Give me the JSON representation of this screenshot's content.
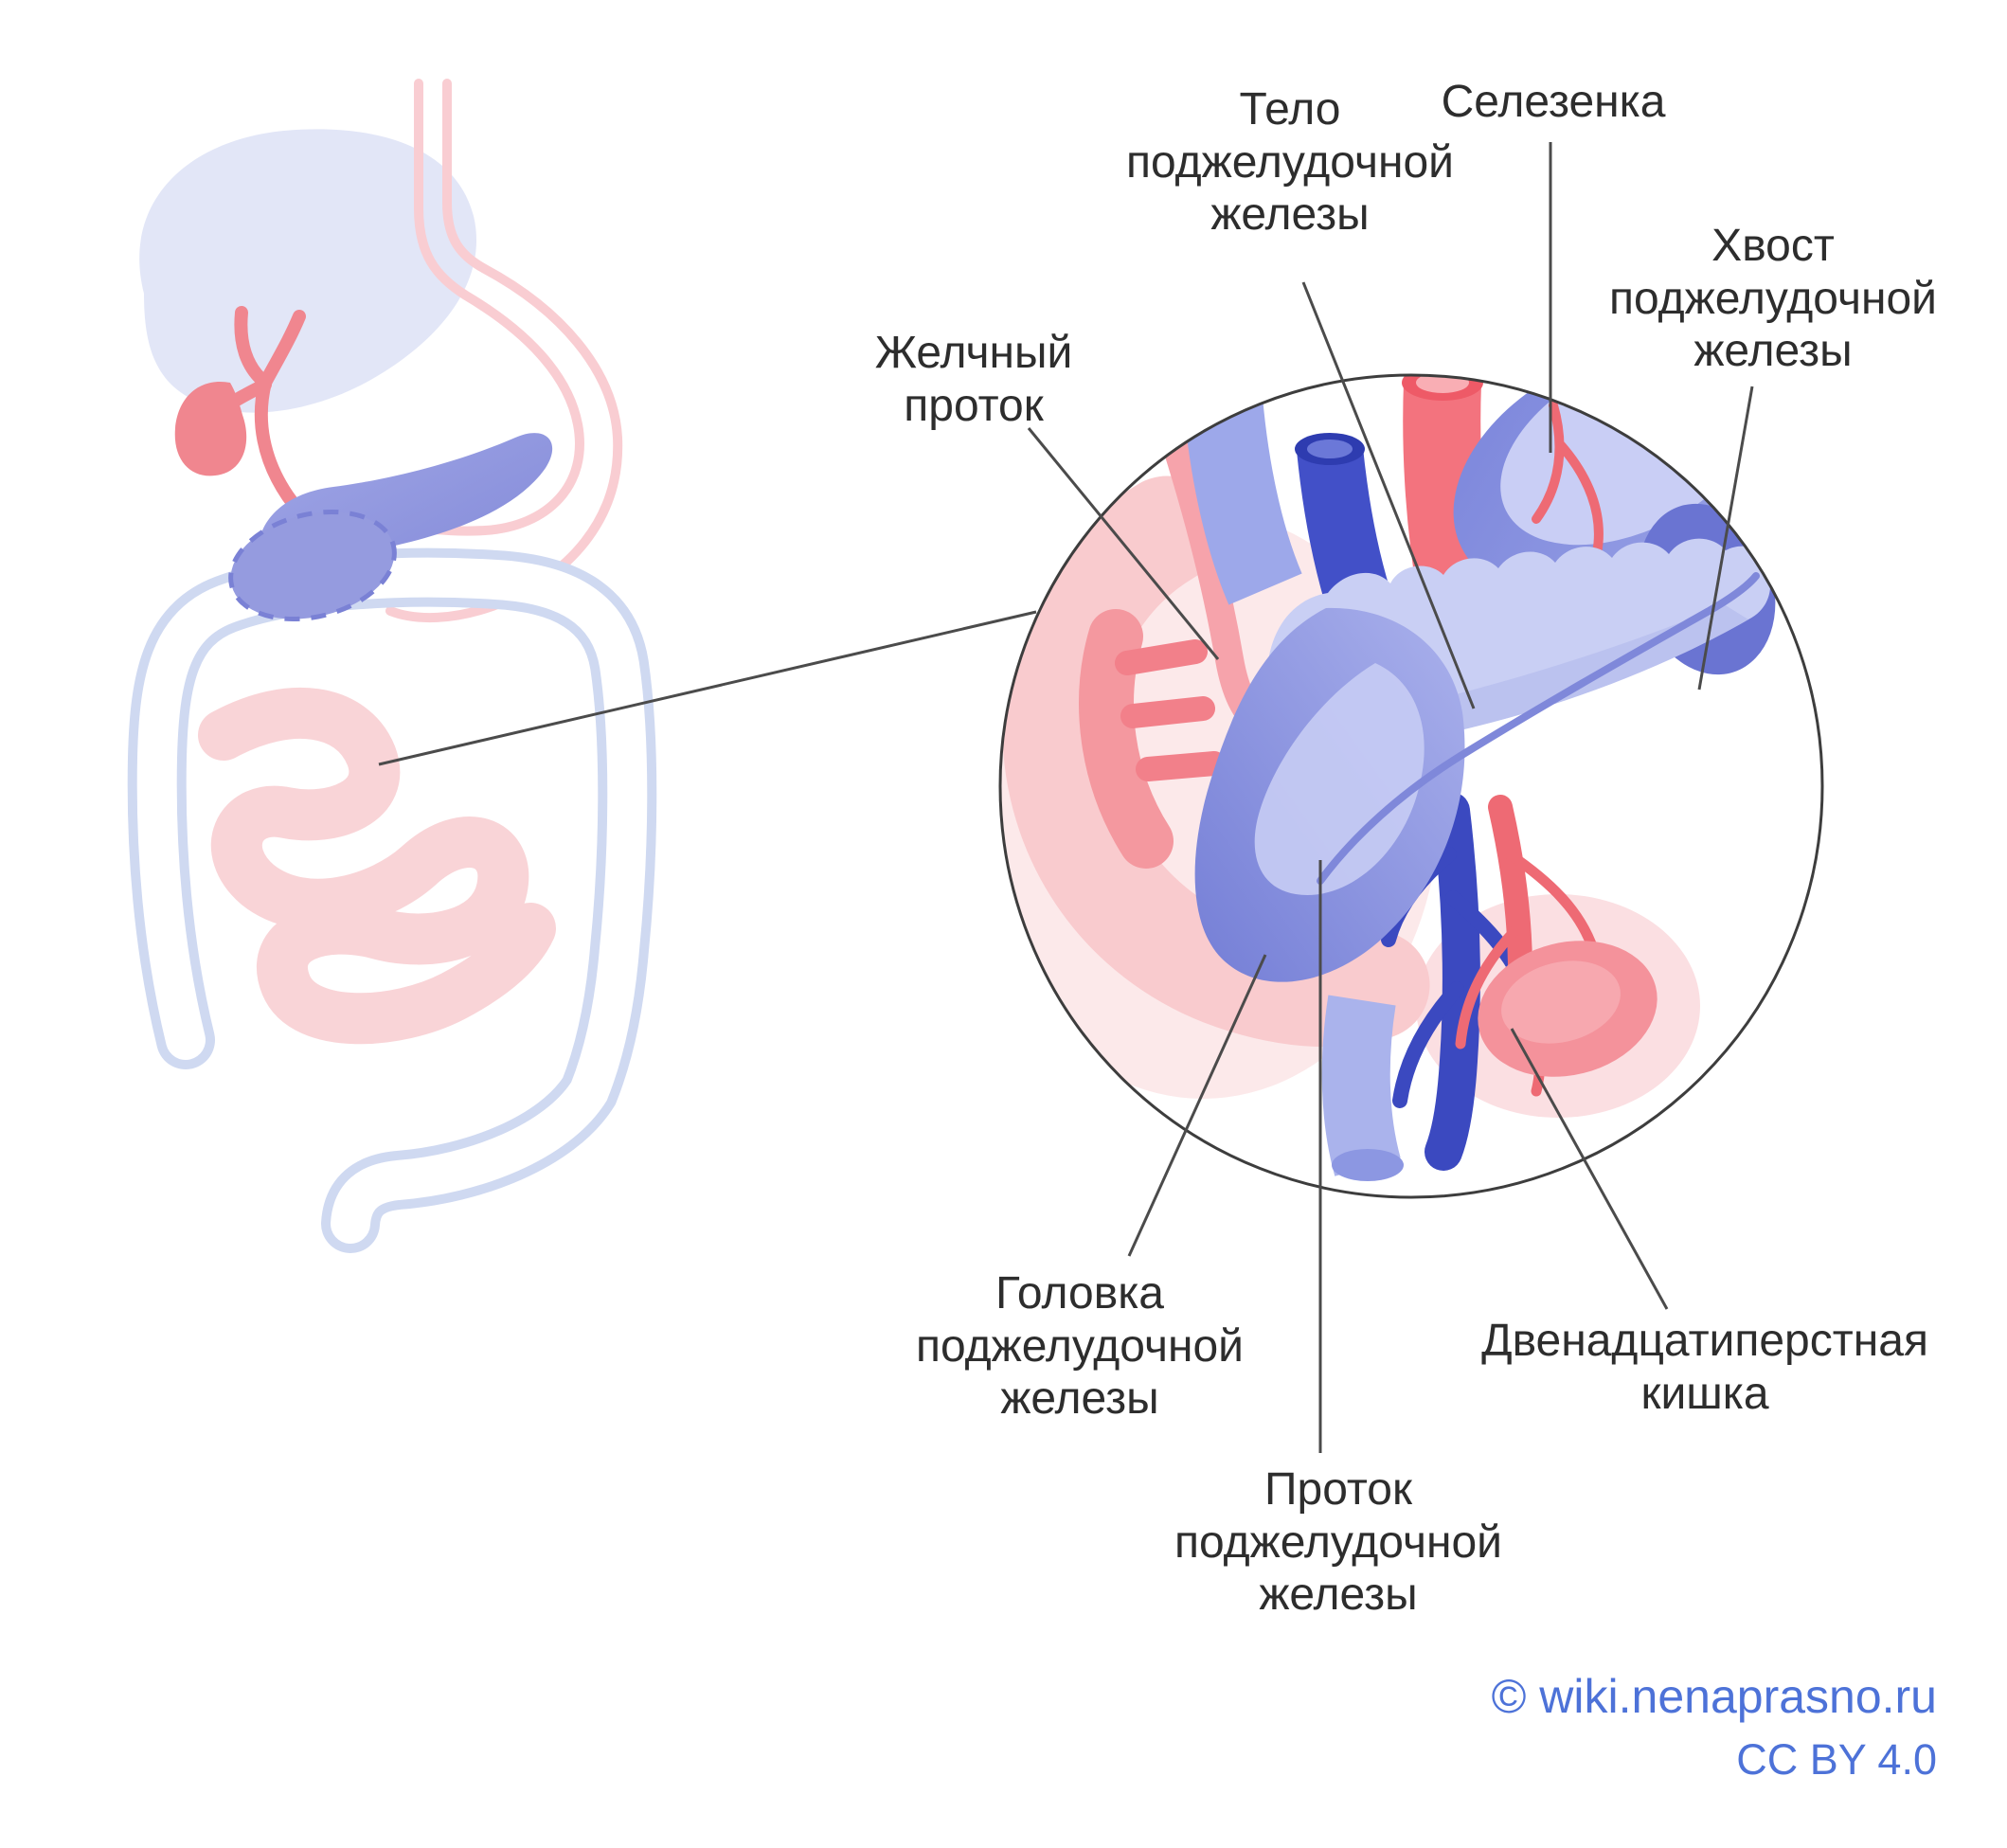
{
  "annotations": {
    "spleen": "Селезенка",
    "pancreas_body": "Тело поджелудочной железы",
    "pancreas_tail": "Хвост поджелудочной железы",
    "bile_duct": "Желчный проток",
    "pancreas_head": "Головка поджелудочной железы",
    "duodenum": "Двенадцатиперстная кишка",
    "pancreatic_duct": "Проток поджелудочной железы"
  },
  "footer": {
    "attribution": "© wiki.nenaprasno.ru",
    "license": "CC BY 4.0"
  },
  "colors": {
    "label_text": "#2d2d2d",
    "leader_line": "#4b4b4b",
    "footer_text": "#4d72d8",
    "liver_fill": "#e2e6f7",
    "stomach_outline": "#f9cdd2",
    "bile_system": "#f0868f",
    "pancreas_overview": "#8f95dc",
    "colon_outline": "#cfd9f1",
    "small_intestine": "#f9d4d7",
    "pancreas_body_light": "#c9cff4",
    "pancreas_head_dark": "#747ed6",
    "spleen_blue": "#7b85db",
    "duodenum_pink": "#f9cbce",
    "artery_red": "#f3737e",
    "vein_dark_blue": "#4250c8",
    "vein_periwinkle": "#9da8ea"
  }
}
